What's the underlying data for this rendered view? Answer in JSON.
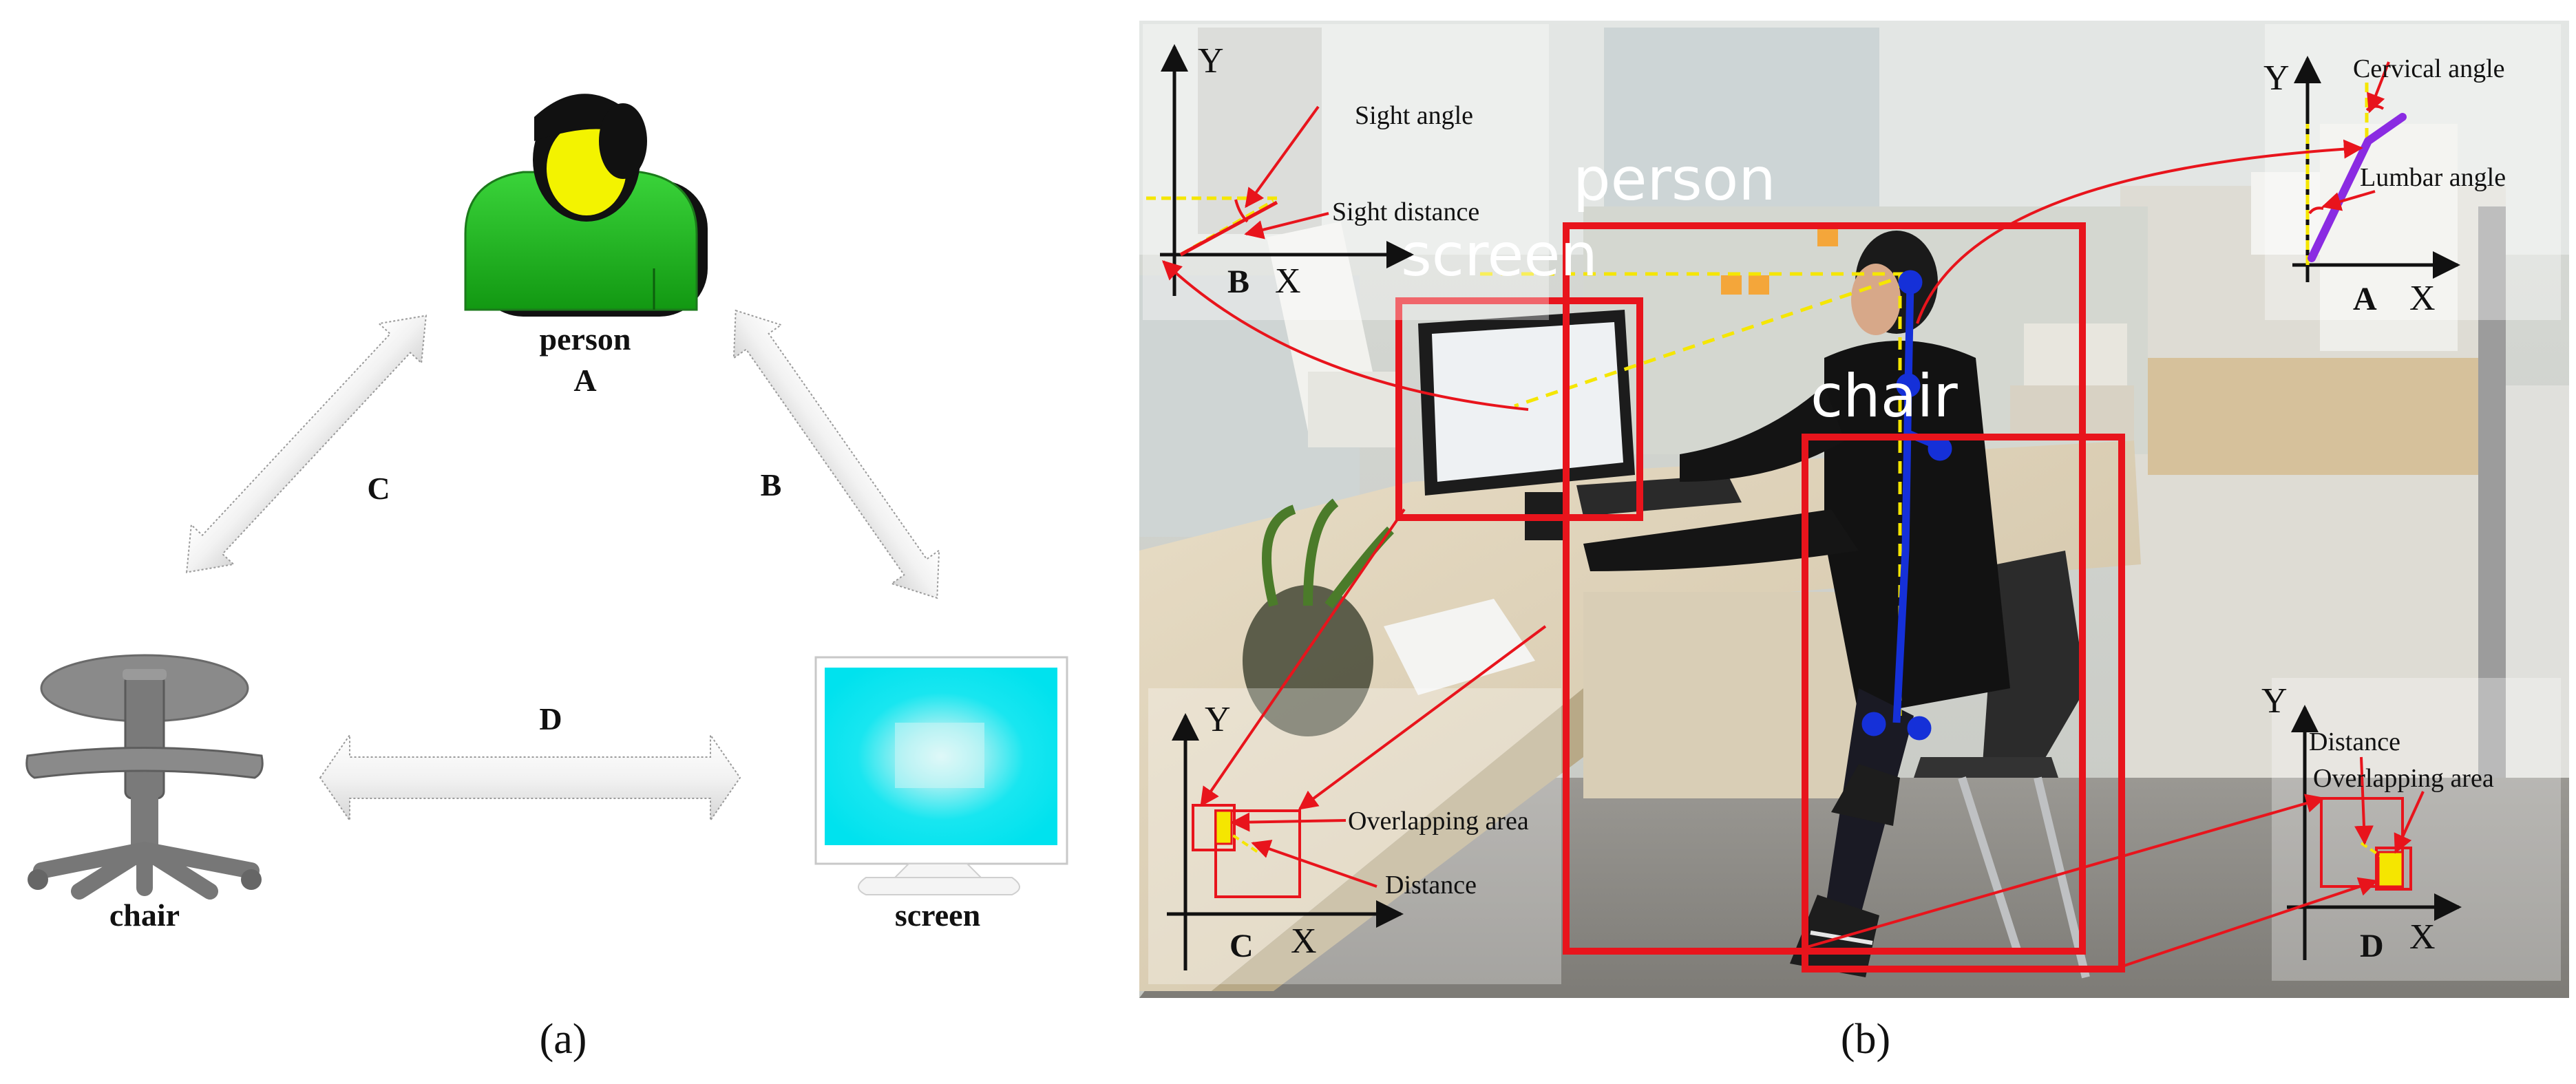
{
  "panel_a": {
    "caption": "(a)",
    "nodes": {
      "person": {
        "label": "person",
        "sublabel": "A",
        "icon": "person-icon"
      },
      "chair": {
        "label": "chair",
        "icon": "office-chair-icon"
      },
      "screen": {
        "label": "screen",
        "icon": "monitor-icon"
      }
    },
    "relations": [
      {
        "id": "C",
        "from": "person",
        "to": "chair"
      },
      {
        "id": "B",
        "from": "person",
        "to": "screen"
      },
      {
        "id": "D",
        "from": "chair",
        "to": "screen"
      }
    ]
  },
  "panel_b": {
    "caption": "(b)",
    "detection_labels": {
      "person": "person",
      "screen": "screen",
      "chair": "chair"
    },
    "inset_A": {
      "axis_y": "Y",
      "axis_x": "X",
      "id": "A",
      "label_cervical": "Cervical angle",
      "label_lumbar": "Lumbar angle"
    },
    "inset_B": {
      "axis_y": "Y",
      "axis_x": "X",
      "id": "B",
      "label_sight_angle": "Sight angle",
      "label_sight_distance": "Sight distance"
    },
    "inset_C": {
      "axis_y": "Y",
      "axis_x": "X",
      "id": "C",
      "label_overlap": "Overlapping area",
      "label_distance": "Distance"
    },
    "inset_D": {
      "axis_y": "Y",
      "axis_x": "X",
      "id": "D",
      "label_distance": "Distance",
      "label_overlap": "Overlapping area"
    }
  },
  "colors": {
    "box_red": "#e8141c",
    "skeleton_blue": "#1530d8",
    "guide_yellow": "#f5e600",
    "posture_purple": "#8a2be2",
    "person_green": "#22b822",
    "screen_cyan": "#00e5f0"
  }
}
